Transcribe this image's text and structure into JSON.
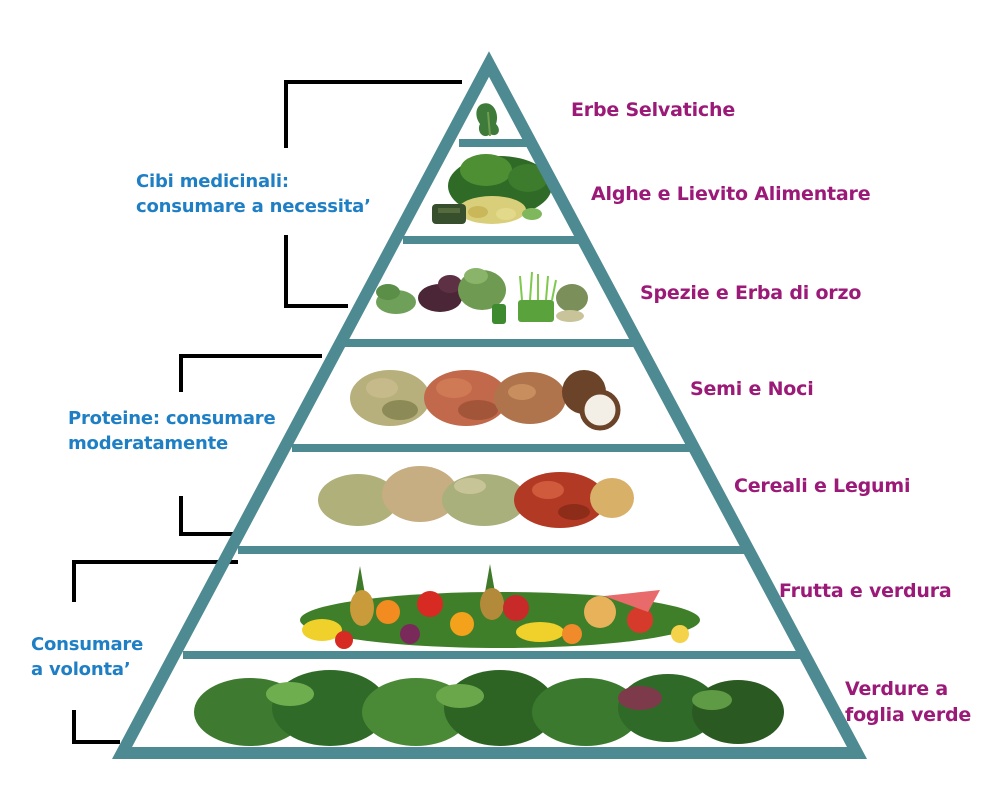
{
  "colors": {
    "frame": "#4d8a91",
    "tier_text": "#9b1a78",
    "group_text": "#1f7fc4",
    "bracket": "#000000"
  },
  "tiers": [
    {
      "label": "Erbe  Selvatiche",
      "icon": "wild-herbs-icon"
    },
    {
      "label": "Alghe e Lievito Alimentare",
      "icon": "seaweed-yeast-icon"
    },
    {
      "label": "Spezie e Erba di orzo",
      "icon": "spices-barley-grass-icon"
    },
    {
      "label": "Semi e Noci",
      "icon": "seeds-nuts-icon"
    },
    {
      "label": "Cereali e Legumi",
      "icon": "grains-legumes-icon"
    },
    {
      "label": "Frutta e verdura",
      "icon": "fruit-vegetables-icon"
    },
    {
      "label_lines": [
        "Verdure a",
        "foglia verde"
      ],
      "icon": "leafy-greens-icon"
    }
  ],
  "groups": [
    {
      "lines": [
        "Cibi medicinali:",
        "consumare a necessita’"
      ]
    },
    {
      "lines": [
        "Proteine: consumare",
        "moderatamente"
      ]
    },
    {
      "lines": [
        "Consumare",
        "a volonta’"
      ]
    }
  ]
}
